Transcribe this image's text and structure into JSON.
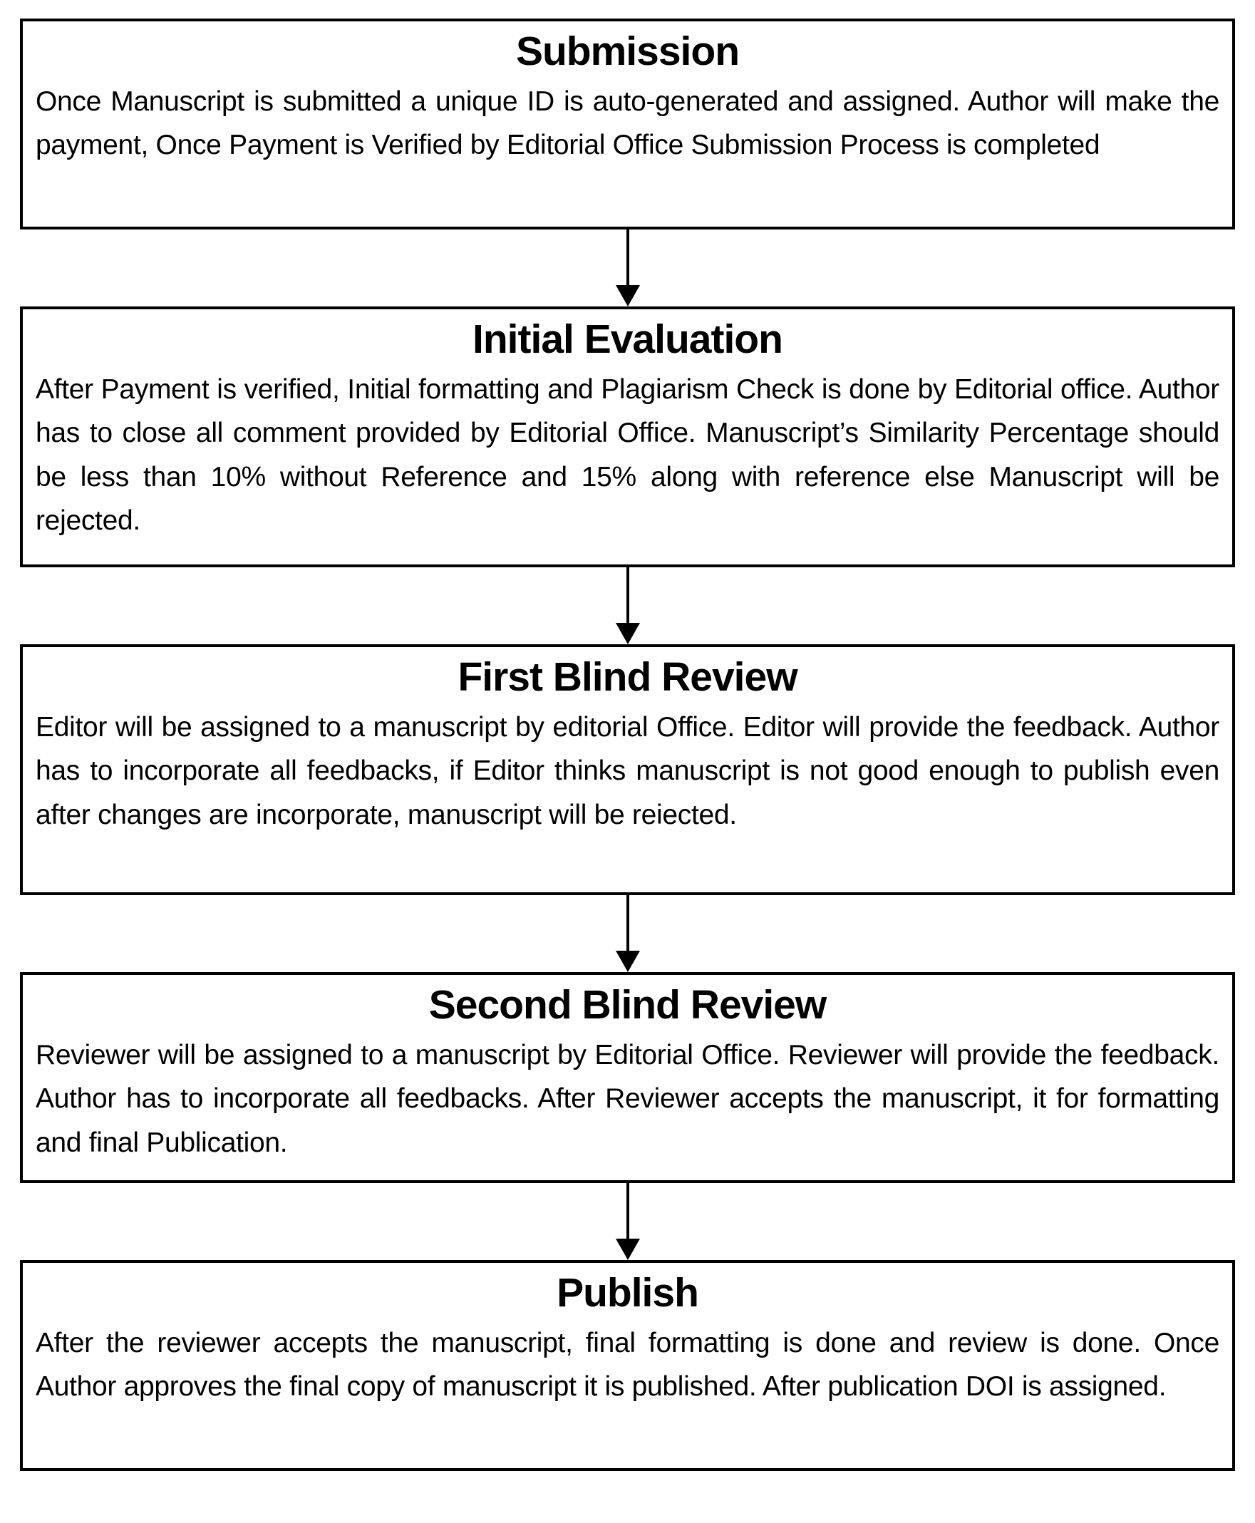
{
  "colors": {
    "background": "#ffffff",
    "border": "#000000",
    "text": "#000000"
  },
  "flowchart": {
    "direction": "top-to-bottom",
    "boxes": [
      {
        "title": "Submission",
        "body": "Once Manuscript is submitted a unique ID is auto-generated and assigned. Author will make the payment, Once Payment is Verified by Editorial Office Submission Process is completed"
      },
      {
        "title": "Initial Evaluation",
        "body": "After Payment is verified, Initial formatting and Plagiarism Check is done by Editorial office. Author has to close all comment provided by Editorial Office. Manuscript’s Similarity Percentage should be less than 10% without Reference and 15% along with reference else Manuscript will be rejected."
      },
      {
        "title": "First Blind Review",
        "body": "Editor will be assigned to a manuscript by editorial Office. Editor will provide the feedback. Author has to incorporate all feedbacks, if Editor thinks manuscript is not good enough to publish even after changes are incorporate, manuscript will be reiected."
      },
      {
        "title": "Second Blind Review",
        "body": "Reviewer will be assigned to a manuscript by Editorial Office. Reviewer will provide the feedback. Author has to incorporate all feedbacks. After Reviewer accepts the manuscript, it for formatting and final Publication."
      },
      {
        "title": "Publish",
        "body": "After the reviewer accepts the manuscript, final formatting is done and review is done. Once Author approves the final copy of manuscript it is published. After publication DOI is assigned."
      }
    ]
  }
}
